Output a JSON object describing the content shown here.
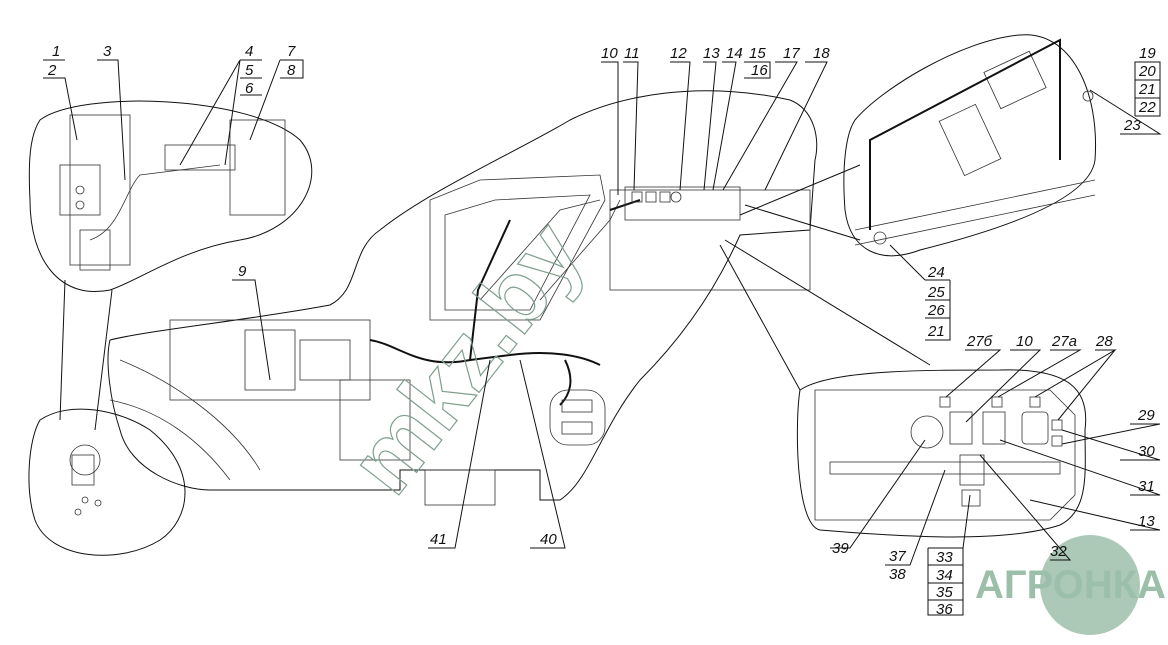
{
  "drawing": {
    "title": "Wiring harness installation diagram",
    "labels": {
      "l1": "1",
      "l2": "2",
      "l3": "3",
      "l4": "4",
      "l5": "5",
      "l6": "6",
      "l7": "7",
      "l8": "8",
      "l9": "9",
      "l10": "10",
      "l11": "11",
      "l12": "12",
      "l13": "13",
      "l14": "14",
      "l15": "15",
      "l16": "16",
      "l17": "17",
      "l18": "18",
      "l19": "19",
      "l20": "20",
      "l21": "21",
      "l22": "22",
      "l23": "23",
      "l24": "24",
      "l25": "25",
      "l26": "26",
      "l21b": "21",
      "l27b": "27б",
      "l10b": "10",
      "l27a": "27а",
      "l28": "28",
      "l29": "29",
      "l30": "30",
      "l31": "31",
      "l13b": "13",
      "l32": "32",
      "l33": "33",
      "l34": "34",
      "l35": "35",
      "l36": "36",
      "l37": "37",
      "l38": "38",
      "l39": "39",
      "l40": "40",
      "l41": "41"
    }
  },
  "watermark": {
    "text": "mkz.by",
    "color": "#7f9f8c"
  },
  "logo": {
    "text": "АГРОНКА",
    "color": "#9cbfa9"
  }
}
